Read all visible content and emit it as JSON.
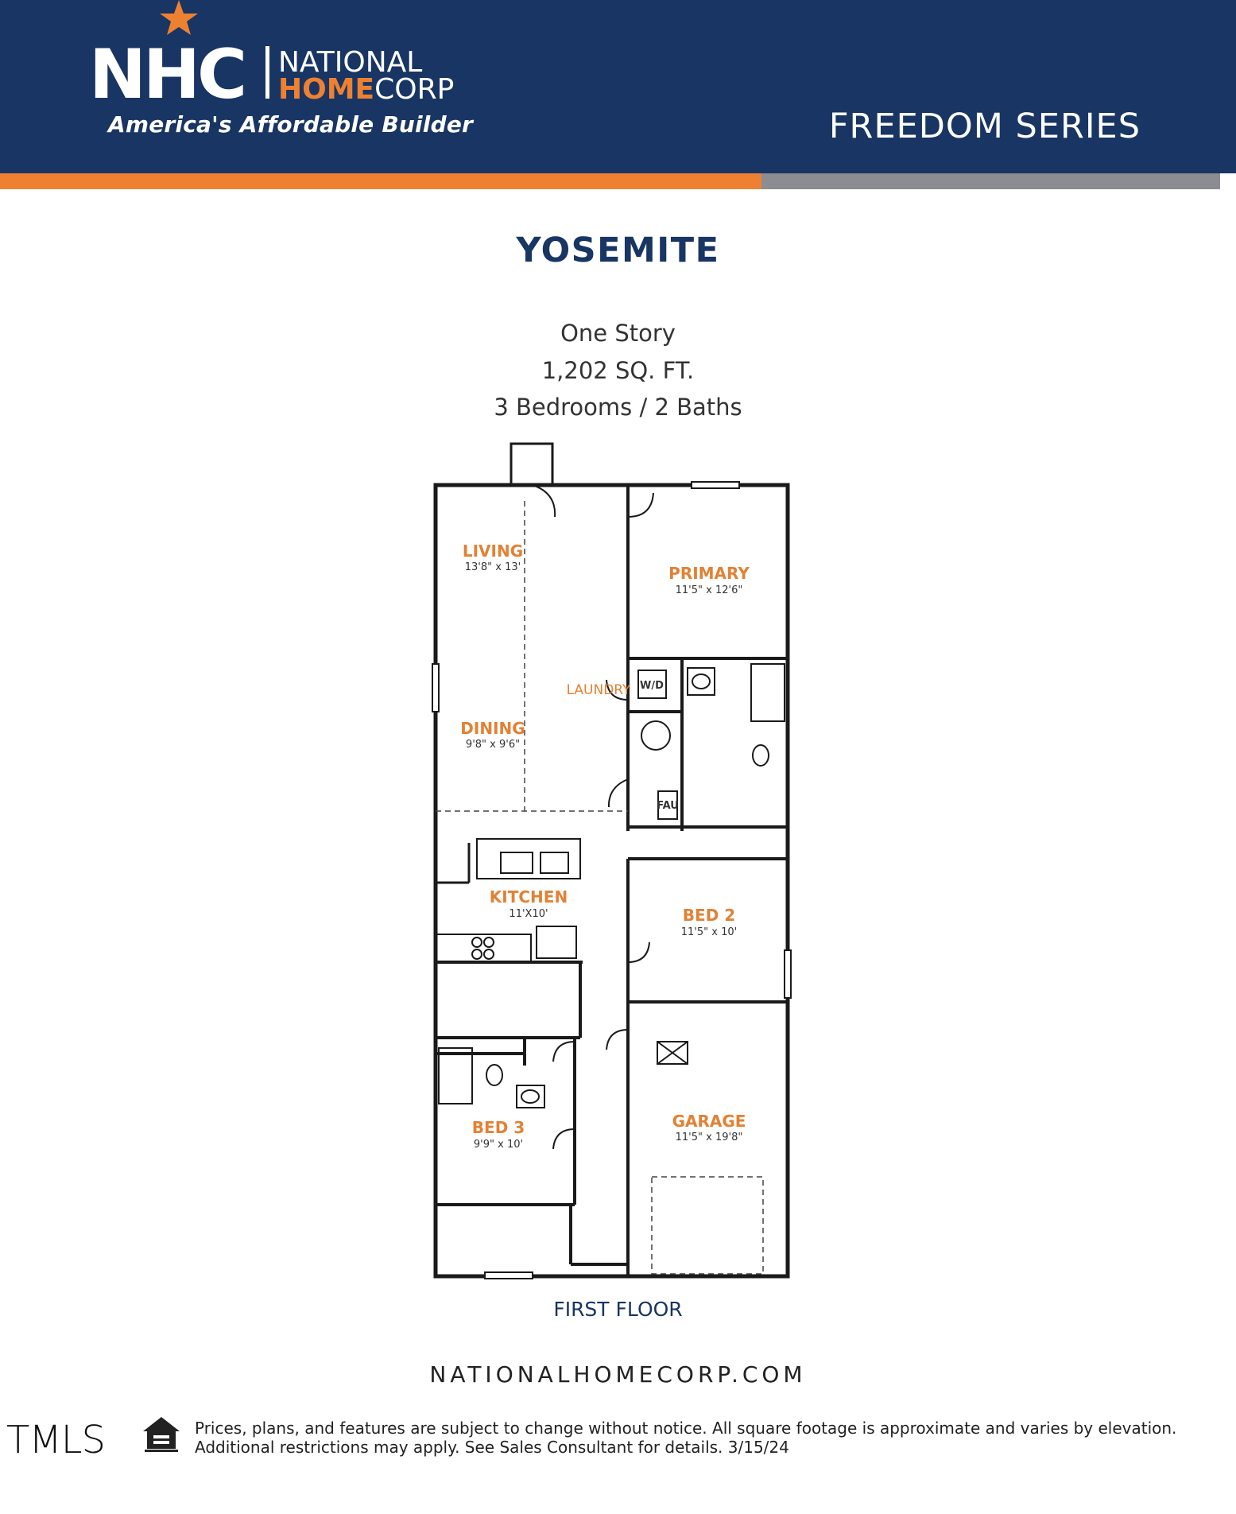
{
  "header": {
    "logo_letters": "NHC",
    "logo_national": "NATIONAL",
    "logo_home": "HOME",
    "logo_corp": "CORP",
    "tagline": "America's Affordable Builder",
    "series": "FREEDOM SERIES",
    "colors": {
      "navy": "#183563",
      "orange": "#ee8131",
      "grey": "#8b8d92"
    }
  },
  "plan": {
    "name": "YOSEMITE",
    "stories": "One Story",
    "area": "1,202 SQ. FT.",
    "beds_baths": "3 Bedrooms / 2 Baths",
    "floor_label": "FIRST FLOOR",
    "rooms": {
      "living": {
        "name": "LIVING",
        "dim": "13'8\" x 13'"
      },
      "primary": {
        "name": "PRIMARY",
        "dim": "11'5\" x 12'6\""
      },
      "laundry": {
        "name": "LAUNDRY"
      },
      "wd": "W/D",
      "fau": "FAU",
      "dining": {
        "name": "DINING",
        "dim": "9'8\" x 9'6\""
      },
      "kitchen": {
        "name": "KITCHEN",
        "dim": "11'X10'"
      },
      "bed2": {
        "name": "BED 2",
        "dim": "11'5\" x 10'"
      },
      "bed3": {
        "name": "BED 3",
        "dim": "9'9\" x 10'"
      },
      "garage": {
        "name": "GARAGE",
        "dim": "11'5\" x 19'8\""
      }
    }
  },
  "footer": {
    "website": "NATIONALHOMECORP.COM",
    "tmls": "TMLS",
    "disclaimer_line1": "Prices, plans, and features are subject to change without notice. All square footage is approximate and varies by elevation.",
    "disclaimer_line2": "Additional restrictions may apply. See Sales Consultant for details. 3/15/24"
  }
}
